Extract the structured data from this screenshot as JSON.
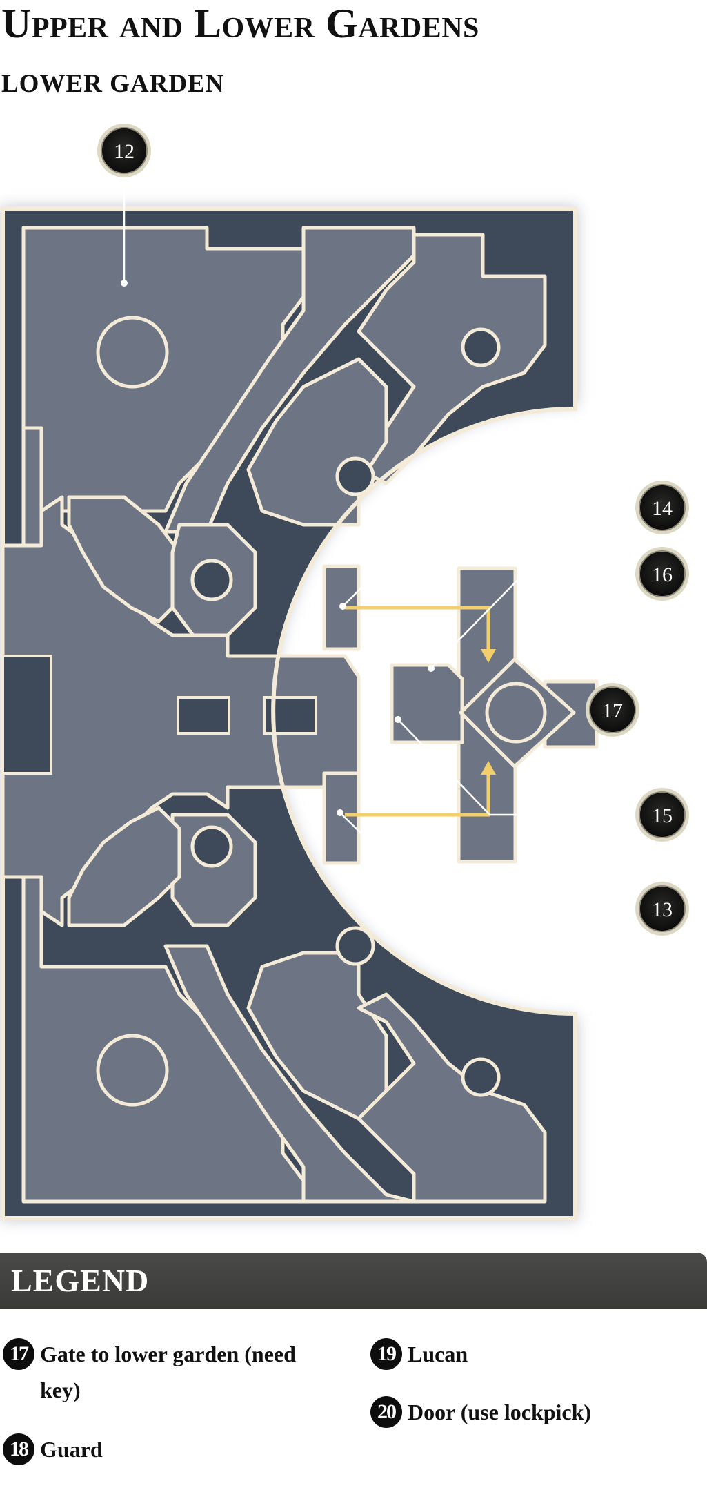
{
  "title": "Upper and Lower Gardens",
  "subtitle": "LOWER GARDEN",
  "colors": {
    "map_dark": "#3e4a5a",
    "map_floor": "#6d7585",
    "map_border": "#f3ebd8",
    "arrow": "#f2cf6b",
    "marker_bg": "#111111",
    "legend_bar": "#434341"
  },
  "map_markers": [
    {
      "id": "marker-12",
      "label": "12"
    },
    {
      "id": "marker-13",
      "label": "13"
    },
    {
      "id": "marker-14",
      "label": "14"
    },
    {
      "id": "marker-15",
      "label": "15"
    },
    {
      "id": "marker-16",
      "label": "16"
    },
    {
      "id": "marker-17",
      "label": "17"
    }
  ],
  "legend": {
    "title": "LEGEND",
    "items": [
      {
        "number": "17",
        "text": "Gate to lower garden (need key)"
      },
      {
        "number": "18",
        "text": "Guard"
      },
      {
        "number": "19",
        "text": "Lucan"
      },
      {
        "number": "20",
        "text": "Door (use lockpick)"
      }
    ]
  }
}
